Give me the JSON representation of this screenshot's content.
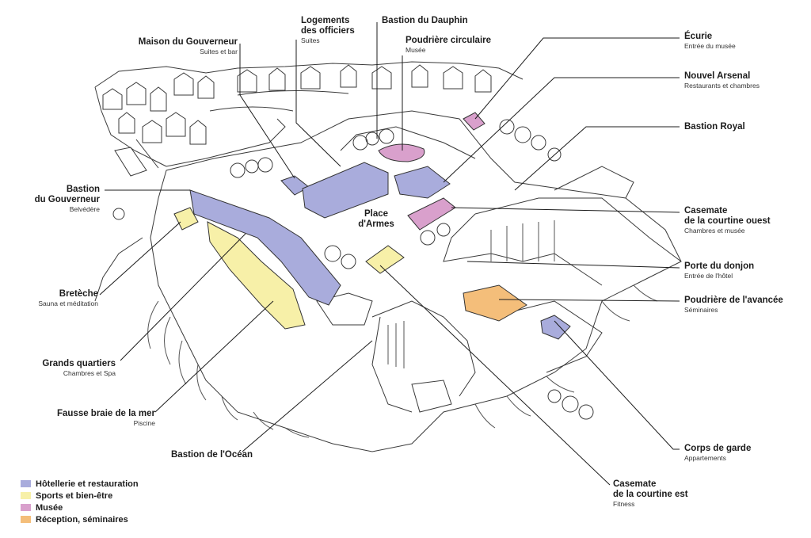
{
  "labels": {
    "maison_gouverneur": {
      "name": "Maison du Gouverneur",
      "sub": "Suites et bar"
    },
    "logements_officiers": {
      "name": "Logements\ndes officiers",
      "sub": "Suites"
    },
    "bastion_dauphin": {
      "name": "Bastion du Dauphin"
    },
    "poudriere_circulaire": {
      "name": "Poudrière circulaire",
      "sub": "Musée"
    },
    "ecurie": {
      "name": "Écurie",
      "sub": "Entrée du musée"
    },
    "nouvel_arsenal": {
      "name": "Nouvel Arsenal",
      "sub": "Restaurants et chambres"
    },
    "bastion_royal": {
      "name": "Bastion Royal"
    },
    "bastion_gouverneur": {
      "name": "Bastion\ndu Gouverneur",
      "sub": "Belvédère"
    },
    "place_armes": {
      "name": "Place\nd'Armes"
    },
    "casemate_ouest": {
      "name": "Casemate\nde la courtine ouest",
      "sub": "Chambres et musée"
    },
    "porte_donjon": {
      "name": "Porte du donjon",
      "sub": "Entrée de l'hôtel"
    },
    "bretèche": {
      "name": "Bretèche",
      "sub": "Sauna et méditation"
    },
    "poudriere_avancee": {
      "name": "Poudrière de l'avancée",
      "sub": "Séminaires"
    },
    "grands_quartiers": {
      "name": "Grands quartiers",
      "sub": "Chambres et Spa"
    },
    "fausse_braie": {
      "name": "Fausse braie de la mer",
      "sub": "Piscine"
    },
    "corps_garde": {
      "name": "Corps de garde",
      "sub": "Appartements"
    },
    "bastion_ocean": {
      "name": "Bastion de l'Océan"
    },
    "casemate_est": {
      "name": "Casemate\nde la courtine est",
      "sub": "Fitness"
    }
  },
  "legend": [
    {
      "label": "Hôtellerie et restauration",
      "color": "#a9acdc"
    },
    {
      "label": "Sports et bien-être",
      "color": "#f7f0a8"
    },
    {
      "label": "Musée",
      "color": "#d9a0cc"
    },
    {
      "label": "Réception, séminaires",
      "color": "#f4be7a"
    }
  ],
  "colors": {
    "hotellerie": "#a9acdc",
    "sports": "#f7f0a8",
    "musee": "#d9a0cc",
    "reception": "#f4be7a",
    "ink": "#2a2a2a"
  }
}
